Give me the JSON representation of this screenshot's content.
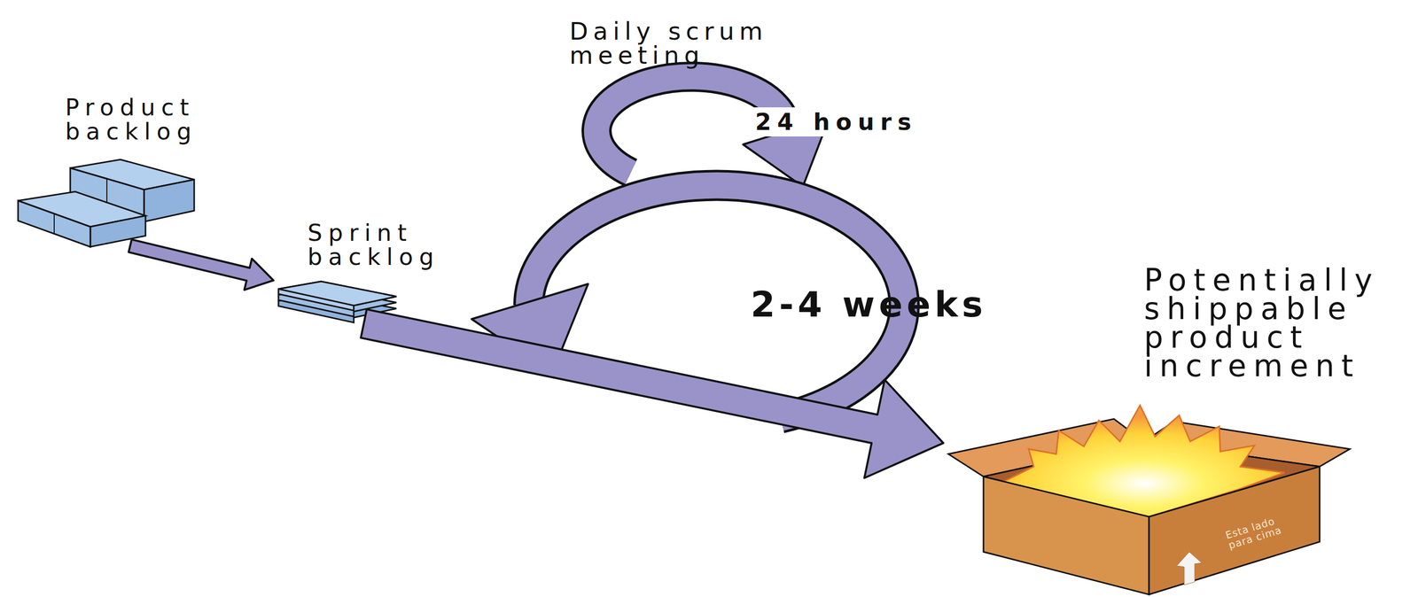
{
  "diagram": {
    "nodes": [
      {
        "text": [
          "Product backlog"
        ]
      },
      {
        "text": [
          "Sprint backlog"
        ]
      },
      {
        "text": [
          "Potentially shippable product increment"
        ]
      }
    ],
    "edges": [
      {
        "from": 0,
        "to": 1,
        "arrow": "to"
      },
      {
        "from": 1,
        "to": 2,
        "arrow": "to"
      }
    ],
    "labels": [
      "Daily scrum meeting",
      "24 hours",
      "2-4 weeks",
      "Esta lado para cima"
    ]
  }
}
